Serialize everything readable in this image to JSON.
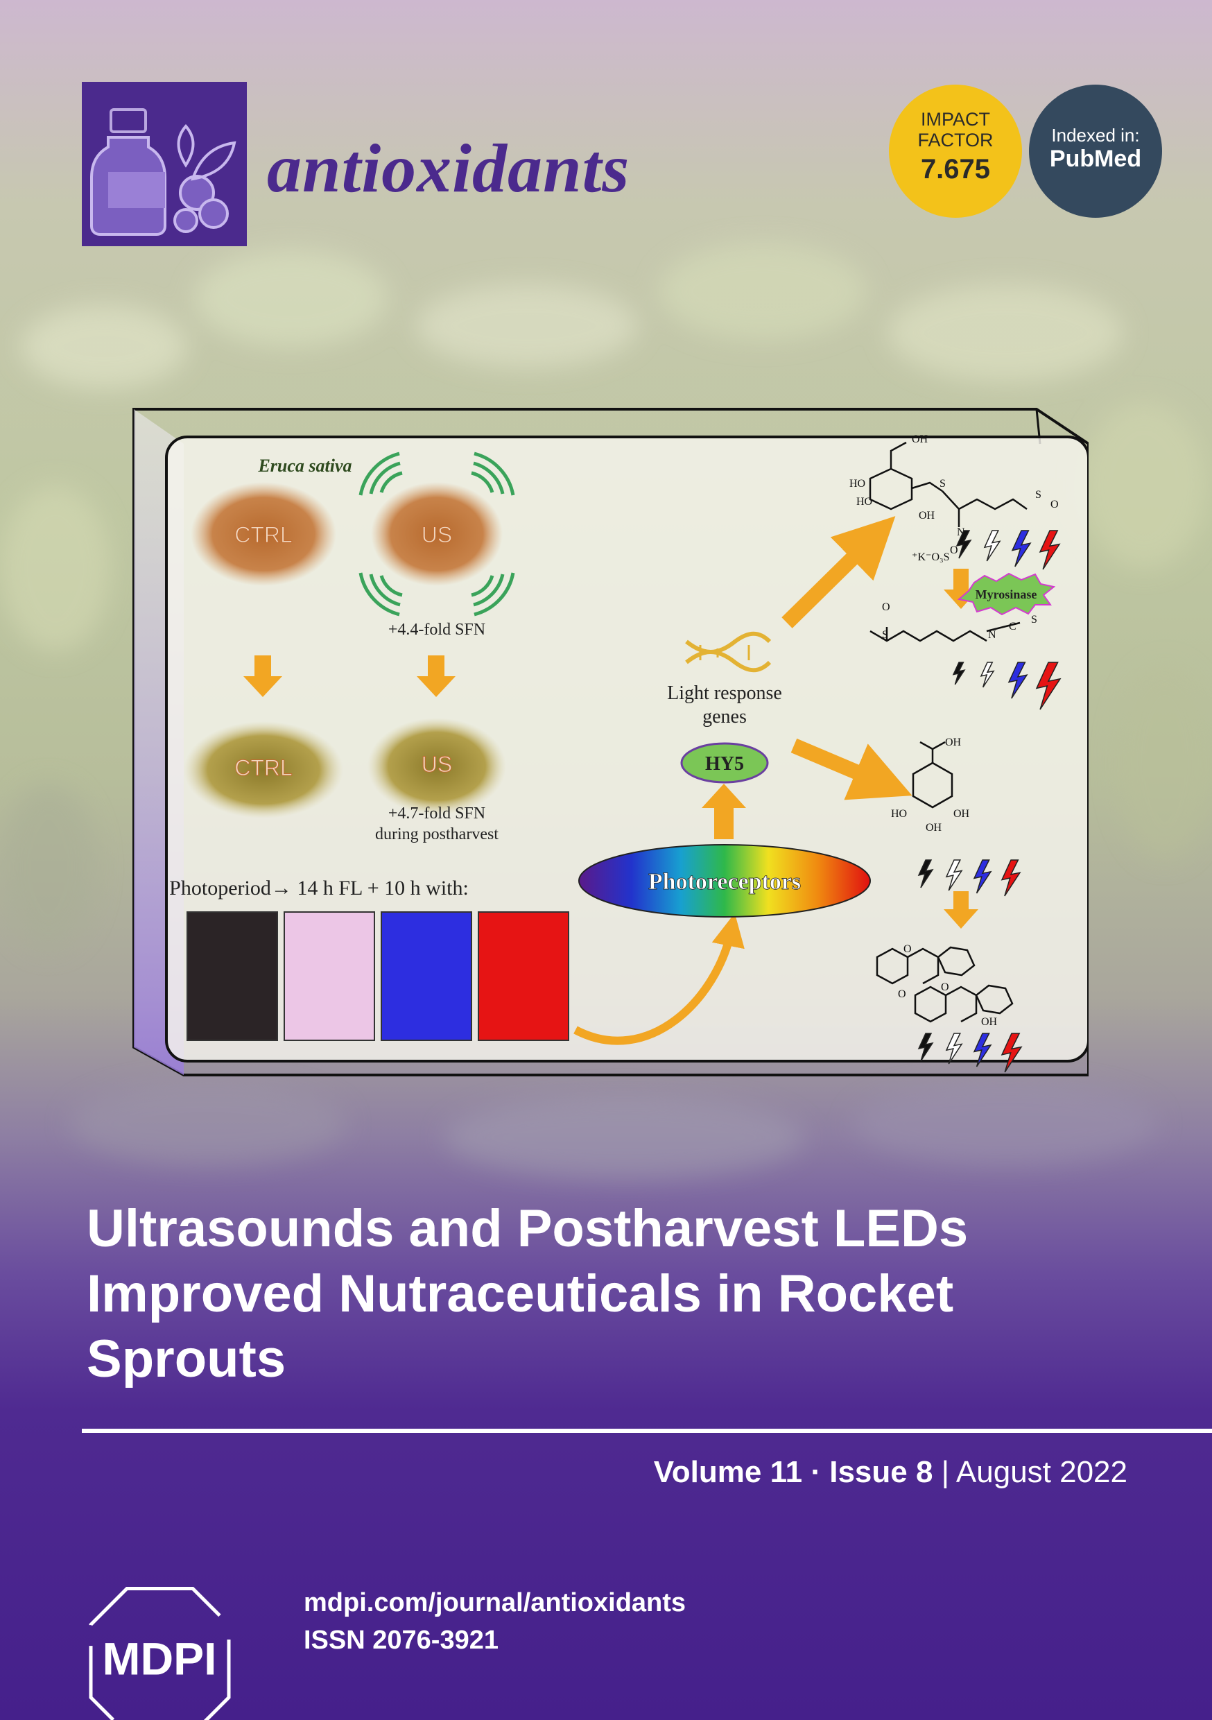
{
  "journal": {
    "name": "antioxidants",
    "brand_color": "#4b2a8d",
    "logo_icon": "bottle-berries-icon"
  },
  "badges": {
    "impact_line1": "IMPACT",
    "impact_line2": "FACTOR",
    "impact_value": "7.675",
    "impact_color": "#f3c21a",
    "indexed_line1": "Indexed in:",
    "indexed_line2": "PubMed",
    "indexed_color": "#34495e"
  },
  "graphical_abstract": {
    "species": "Eruca sativa",
    "ctrl_label": "CTRL",
    "us_label": "US",
    "fold_seed": "+4.4-fold SFN",
    "fold_post_1": "+4.7-fold SFN",
    "fold_post_2": "during postharvest",
    "photoperiod": "Photoperiod→ 14 h FL + 10 h with:",
    "light_response_1": "Light response",
    "light_response_2": "genes",
    "hy5": "HY5",
    "photoreceptors": "Photoreceptors",
    "myrosinase": "Myrosinase",
    "chem_labels": {
      "oh1": "OH",
      "ho1": "HO",
      "ho2": "HO",
      "oh2": "OH",
      "s1": "S",
      "n1": "N",
      "o1": "O",
      "so": "S",
      "o2": "O",
      "k": "⁺K⁻O₃S",
      "o3": "O",
      "s2": "S",
      "n2": "N",
      "c": "C",
      "s3": "S",
      "oh3": "OH",
      "ho3": "HO",
      "oh4": "OH",
      "oh5": "OH",
      "o4": "O",
      "o5": "O",
      "o6": "O",
      "oh6": "OH"
    },
    "panel_colors": [
      "#2b2426",
      "#ecc6e6",
      "#2d2ee0",
      "#e61414"
    ]
  },
  "article": {
    "title_line1": "Ultrasounds and Postharvest LEDs",
    "title_line2": "Improved Nutraceuticals in Rocket",
    "title_line3": "Sprouts"
  },
  "issue": {
    "volume": "Volume 11",
    "sep": "·",
    "issue": "Issue 8",
    "bar": "|",
    "date": "August 2022"
  },
  "publisher": {
    "logo_text": "MDPI",
    "url": "mdpi.com/journal/antioxidants",
    "issn": "ISSN 2076-3921"
  }
}
